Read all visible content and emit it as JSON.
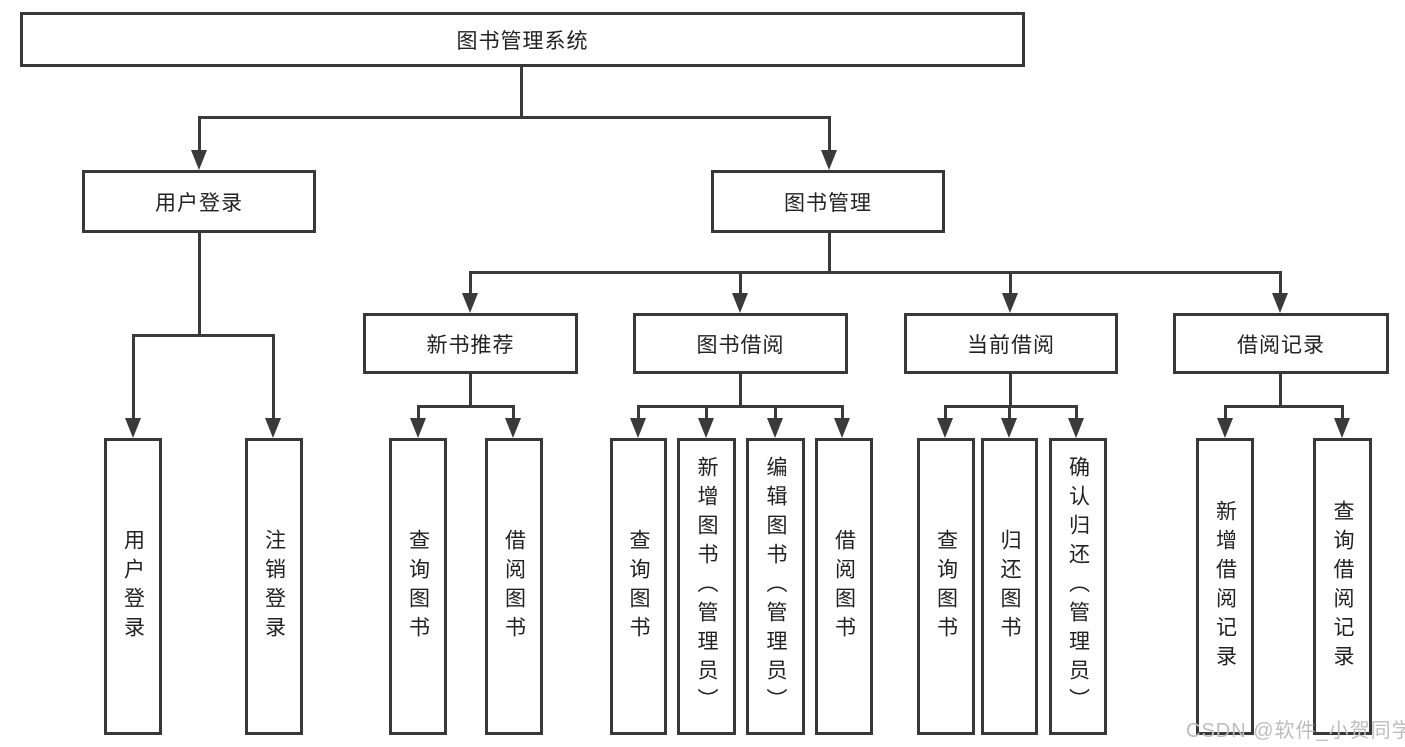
{
  "diagram": {
    "root_label": "图书管理系统",
    "branch_user": {
      "label": "用户登录",
      "children": [
        "用户登录",
        "注销登录"
      ]
    },
    "branch_book": {
      "label": "图书管理"
    },
    "groups": [
      {
        "label": "新书推荐",
        "children": [
          "查询图书",
          "借阅图书"
        ]
      },
      {
        "label": "图书借阅",
        "children": [
          "查询图书",
          "新增图书（管理员）",
          "编辑图书（管理员）",
          "借阅图书"
        ]
      },
      {
        "label": "当前借阅",
        "children": [
          "查询图书",
          "归还图书",
          "确认归还（管理员）"
        ]
      },
      {
        "label": "借阅记录",
        "children": [
          "新增借阅记录",
          "查询借阅记录"
        ]
      }
    ],
    "watermark": "CSDN @软件_小贺同学",
    "colors": {
      "border": "#383838",
      "line": "#3a3a3a",
      "text": "#222222",
      "watermark": "#bdbdbd",
      "background": "#ffffff"
    }
  }
}
